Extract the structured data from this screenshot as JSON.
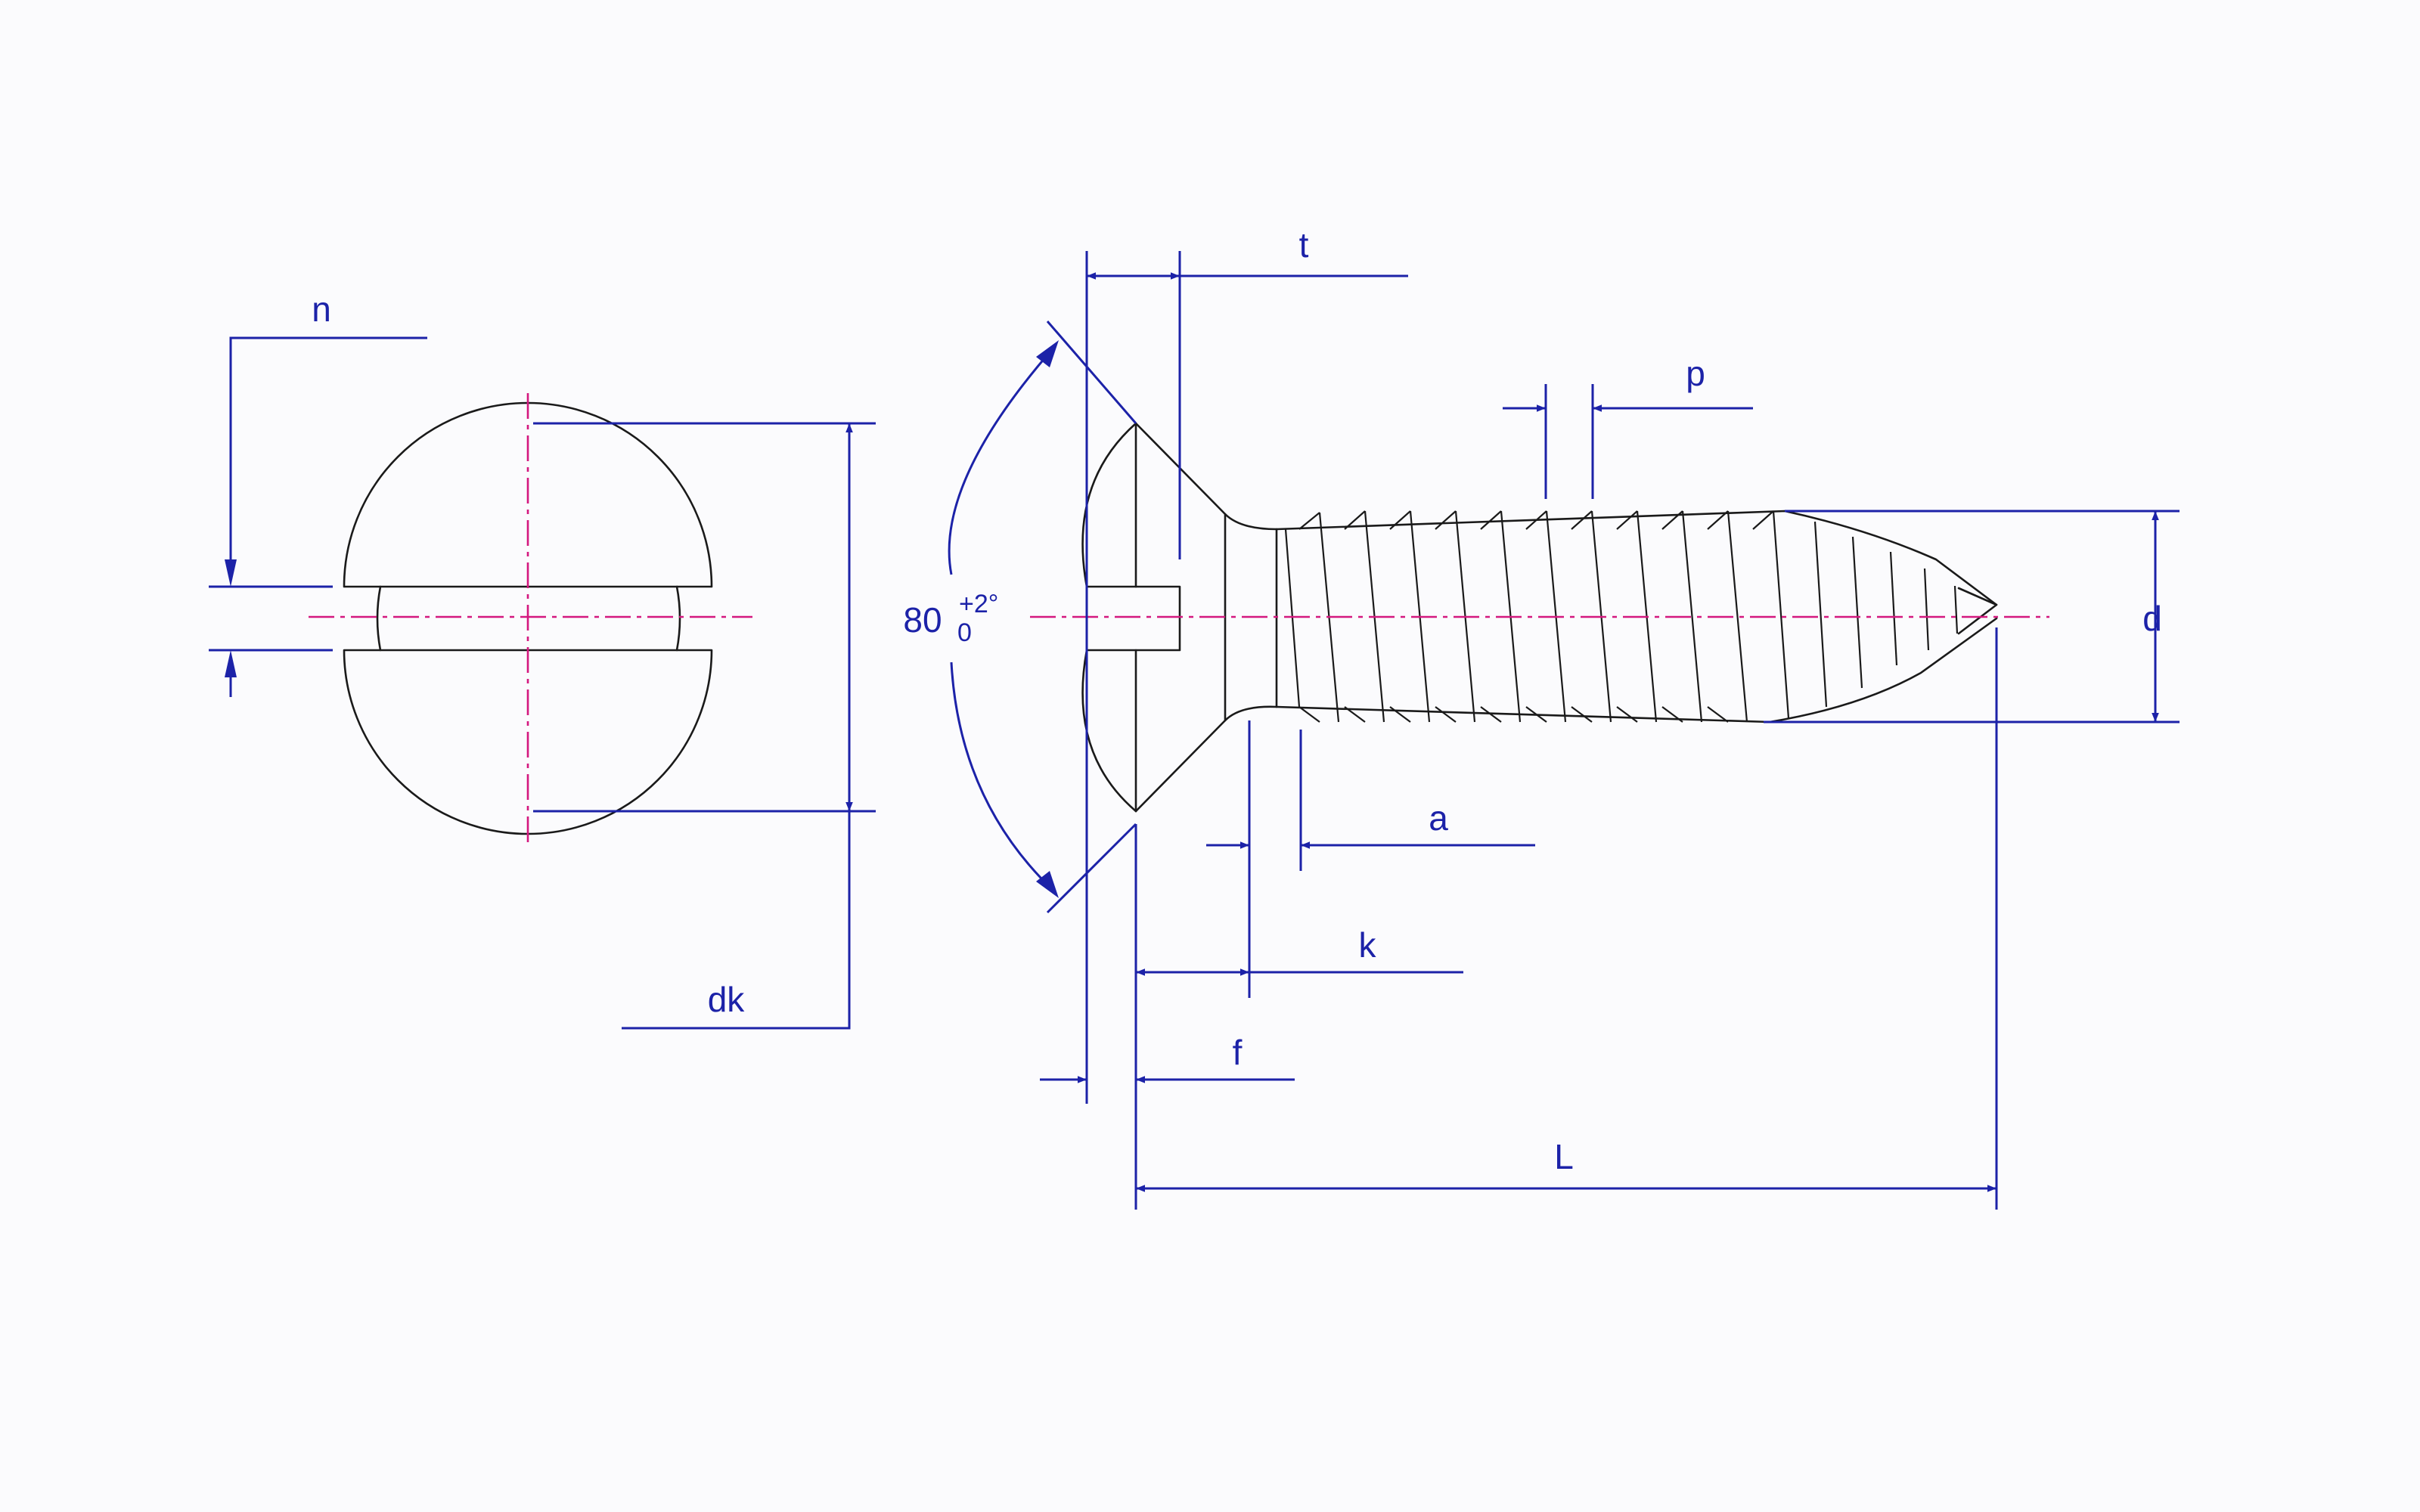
{
  "labels": {
    "n": "n",
    "dk": "dk",
    "t": "t",
    "p": "p",
    "d": "d",
    "a": "a",
    "k": "k",
    "f": "f",
    "L": "L",
    "angle": "80",
    "angle_tol_upper": "+2°",
    "angle_tol_lower": "0"
  },
  "colors": {
    "dimension": "#1c22a8",
    "centerline": "#d4187f",
    "outline": "#1a1a1a",
    "background": "#fbfbfd"
  }
}
